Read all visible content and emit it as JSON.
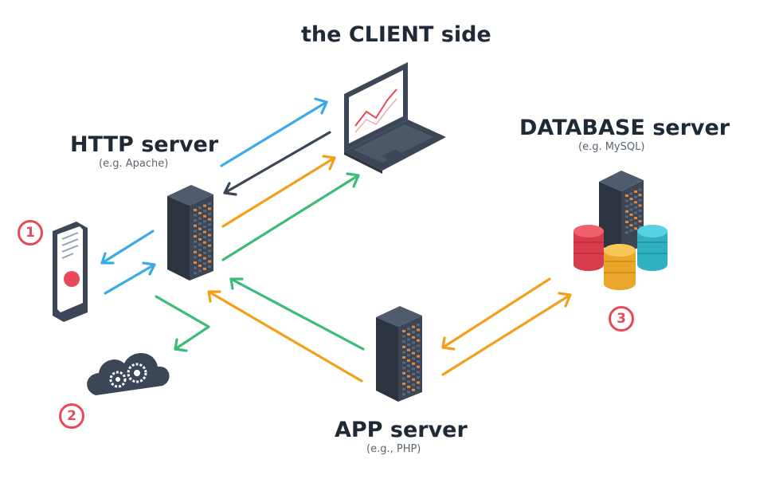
{
  "client": {
    "title": "the CLIENT side"
  },
  "http": {
    "title": "HTTP server",
    "subtitle": "(e.g. Apache)"
  },
  "database": {
    "title": "DATABASE server",
    "subtitle": "(e.g. MySQL)"
  },
  "app": {
    "title": "APP server",
    "subtitle": "(e.g., PHP)"
  },
  "badges": [
    "1",
    "2",
    "3"
  ],
  "colors": {
    "blue": "#3aabe4",
    "navy": "#3b4656",
    "orange": "#f2a01c",
    "green": "#3dbb7a",
    "red": "#e8495a",
    "server": "#3b4656",
    "window": "#e8863a",
    "db_red": "#e8495a",
    "db_yellow": "#f6b73c",
    "db_teal": "#3fc6d6"
  },
  "icons": [
    "laptop-icon",
    "server-icon",
    "phone-icon",
    "cloud-gears-icon",
    "database-icon"
  ]
}
